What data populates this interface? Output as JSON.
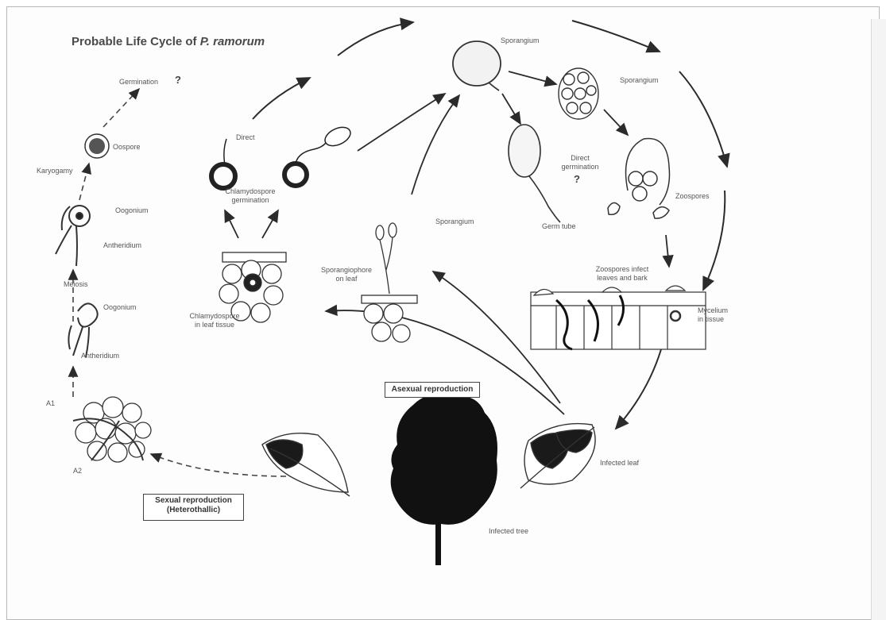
{
  "title": {
    "prefix": "Probable Life Cycle of ",
    "species": "P. ramorum"
  },
  "labels": {
    "germination": "Germination",
    "oospore": "Oospore",
    "karyogamy": "Karyogamy",
    "oogonium_top": "Oogonium",
    "antheridium_top": "Antheridium",
    "meiosis": "Meiosis",
    "oogonium_bottom": "Oogonium",
    "antheridium_bottom": "Antheridium",
    "a1": "A1",
    "a2": "A2",
    "direct": "Direct",
    "chlamydospore_germination_1": "Chlamydospore",
    "chlamydospore_germination_2": "germination",
    "chlamydospore_leaf_1": "Chlamydospore",
    "chlamydospore_leaf_2": "in leaf tissue",
    "sporangium_top": "Sporangium",
    "sporangium_right": "Sporangium",
    "sporangium_mid": "Sporangium",
    "sporangiophore_1": "Sporangiophore",
    "sporangiophore_2": "on leaf",
    "direct_germination_1": "Direct",
    "direct_germination_2": "germination",
    "germ_tube": "Germ tube",
    "zoospores": "Zoospores",
    "zoospores_infect_1": "Zoospores infect",
    "zoospores_infect_2": "leaves and bark",
    "mycelium_1": "Mycelium",
    "mycelium_2": "in tissue",
    "infected_leaf": "Infected leaf",
    "infected_tree": "Infected tree",
    "question_mark": "?"
  },
  "boxes": {
    "asexual": "Asexual reproduction",
    "sexual_1": "Sexual reproduction",
    "sexual_2": "(Heterothallic)"
  },
  "colors": {
    "ink": "#2b2b2b",
    "fill_dark": "#1a1a1a",
    "frame": "#b8b8b8"
  }
}
